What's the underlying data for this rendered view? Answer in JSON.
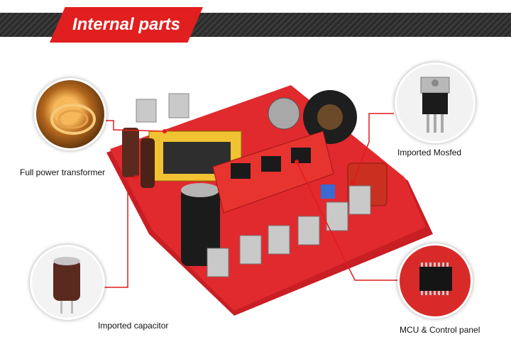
{
  "banner": {
    "title": "Internal parts"
  },
  "labels": {
    "transformer": "Full power transformer",
    "mosfet": "Imported Mosfed",
    "capacitor": "Imported capacitor",
    "mcu": "MCU & Control panel"
  },
  "colors": {
    "accent": "#e11f1f",
    "board": "#d9262b",
    "leader": "#e21b1b"
  }
}
